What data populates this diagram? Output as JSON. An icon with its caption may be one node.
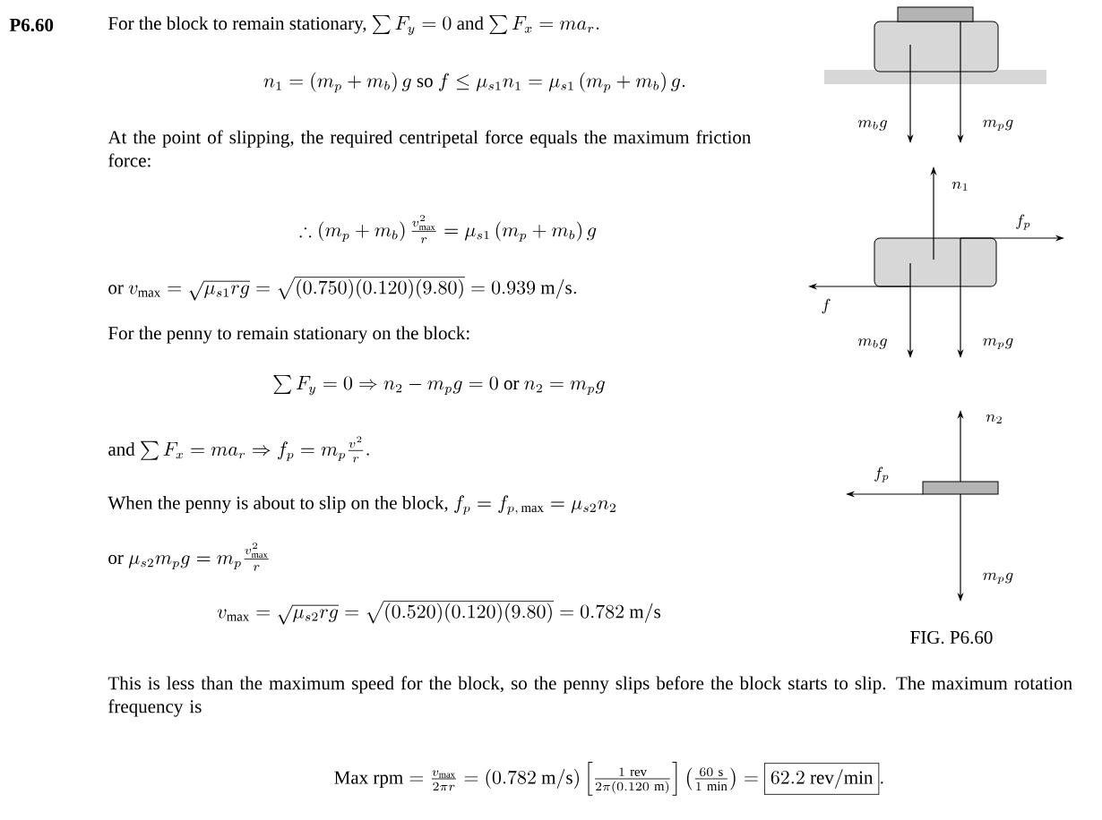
{
  "diagram": {
    "caption": "FIG. P6.60",
    "labels": [
      "P6.60",
      "For the block to remain stationary,",
      "\\sum F_y = 0",
      "and",
      "\\sum F_x = ma_r .",
      "n_1 = \\left(m_p + m_b\\right) g",
      "so",
      "f \\le \\mu_{s1} n_1 = \\mu_{s1}\\left(m_p + m_b\\right) g .",
      "At the point of slipping, the required centripetal force equals the maximum friction force:",
      "\\therefore \\left(m_p + m_b\\right)\\frac{v_{\\max}^2}{r} = \\mu_{s1}\\left(m_p + m_b\\right) g",
      "or",
      "v_{\\max} = \\sqrt{\\mu_{s1} r g} = \\sqrt{(0.750)(0.120)(9.80)} = 0.939\\ \\mathrm{m/s} .",
      "For the penny to remain stationary on the block:",
      "\\sum F_y = 0 \\Rightarrow n_2 - m_p g = 0",
      "or",
      "n_2 = m_p g",
      "and",
      "\\sum F_x = ma_r \\Rightarrow f_p = m_p \\frac{v^2}{r} .",
      "When the penny is about to slip on the block,",
      "f_p = f_{p,\\,\\max} = \\mu_{s2} n_2",
      "or",
      "\\mu_{s2} m_p g = m_p \\frac{v_{\\max}^2}{r}",
      "v_{\\max} = \\sqrt{\\mu_{s2} r g} = \\sqrt{(0.520)(0.120)(9.80)} = 0.782\\ \\mathrm{m/s}",
      "This is less than the maximum speed for the block, so the penny slips before the block starts to slip. The maximum rotation frequency is",
      "\\mathrm{Max\\ rpm} = \\frac{v_{\\max}}{2\\pi r} = \\left(0.782\\ \\mathrm{m/s}\\right)\\left[\\frac{1\\ \\mathrm{rev}}{2\\pi(0.120\\ \\mathrm{m})}\\right]\\left(\\frac{60\\ \\mathrm{s}}{1\\ \\mathrm{min}}\\right) = \\boxed{62.2\\ \\mathrm{rev/min}} .",
      "m_b g",
      "m_p g",
      "n_1",
      "f_p",
      "f",
      "m_b g",
      "m_p g",
      "n_2",
      "f_p",
      "m_p g"
    ]
  }
}
